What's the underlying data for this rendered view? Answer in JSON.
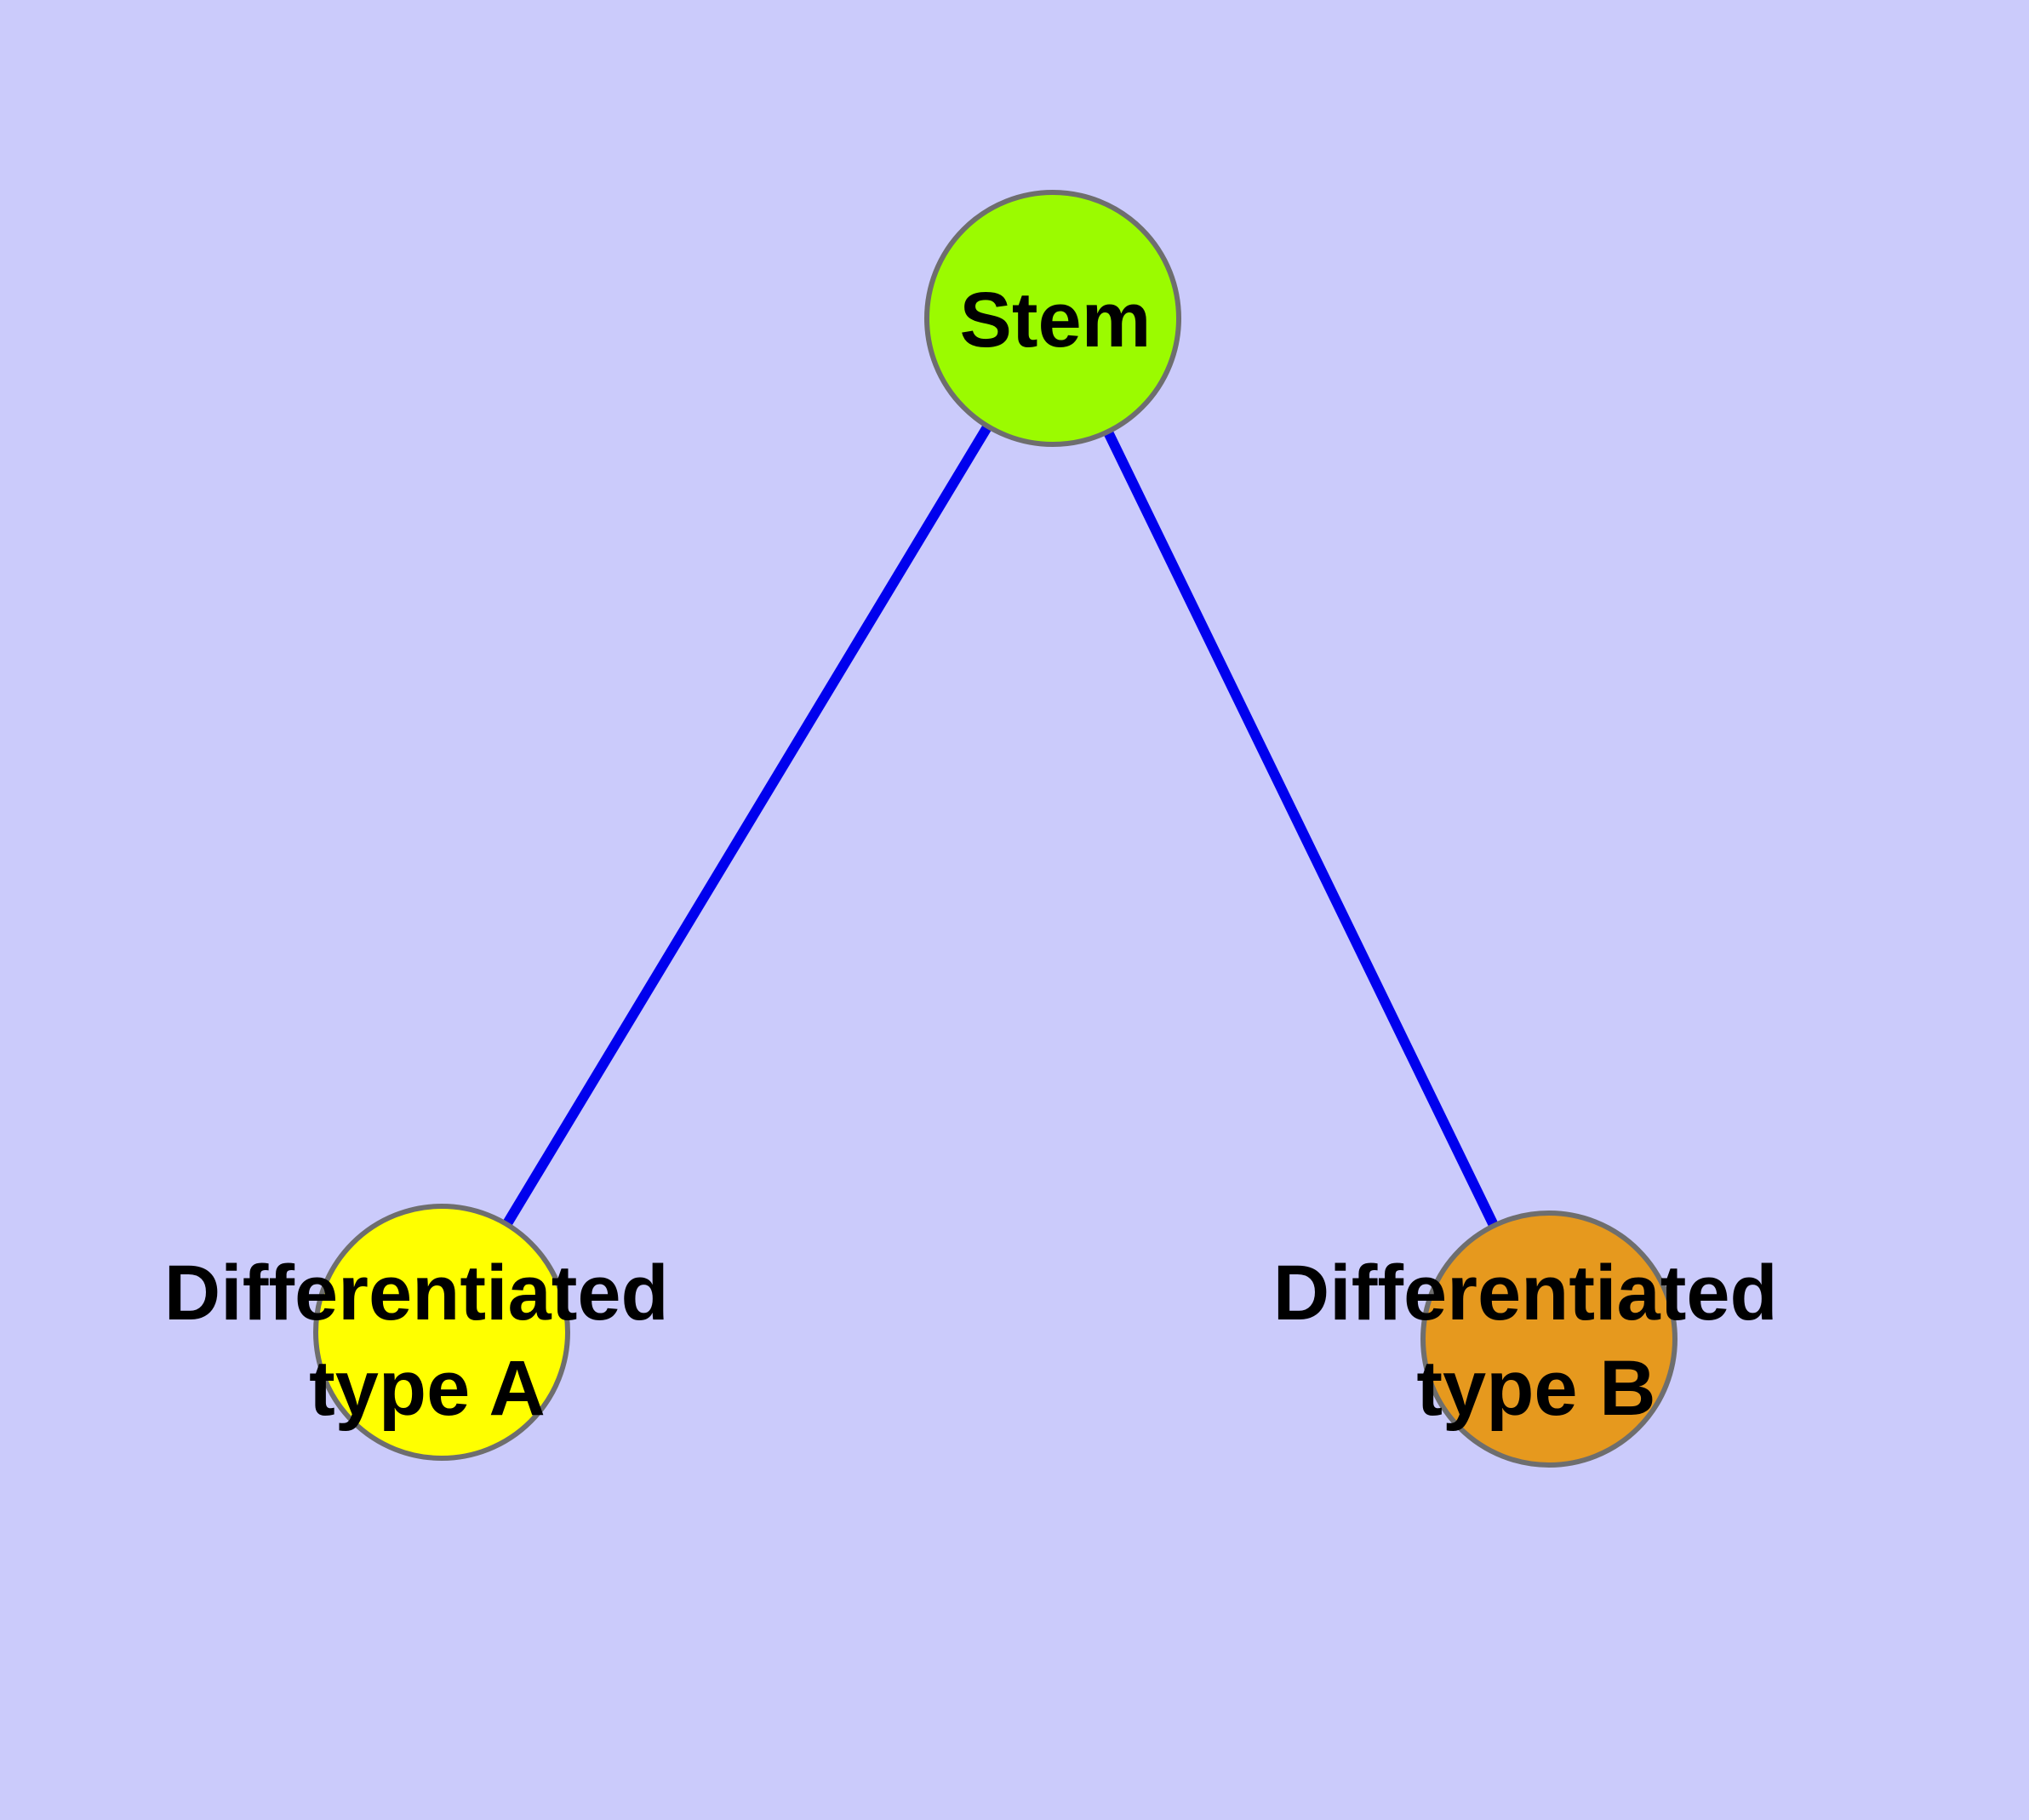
{
  "diagram": {
    "type": "graph",
    "background_color": "#CBCBFB",
    "edge_color": "#0000EE",
    "node_border_color": "#6E6E6E",
    "label_color": "#000000",
    "nodes": {
      "stem": {
        "label": "Stem",
        "color": "#9BFB00"
      },
      "typeA": {
        "label_line1": "Differentiated",
        "label_line2": "type A",
        "color": "#FFFF00"
      },
      "typeB": {
        "label_line1": "Differentiated",
        "label_line2": "type B",
        "color": "#E6991E"
      }
    },
    "edges": [
      {
        "from": "stem",
        "to": "typeA"
      },
      {
        "from": "stem",
        "to": "typeB"
      }
    ]
  }
}
